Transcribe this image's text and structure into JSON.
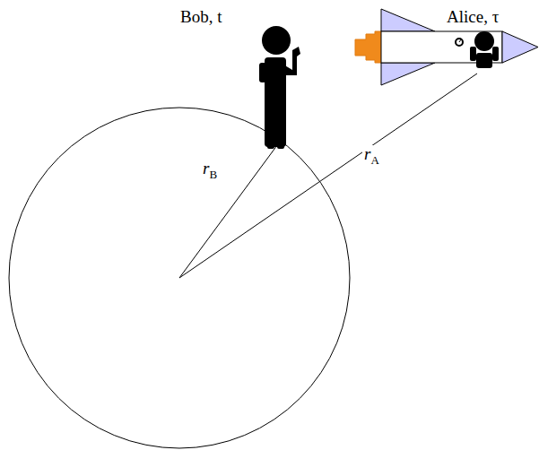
{
  "diagram": {
    "labels": [
      "Bob, t",
      "Alice, τ",
      "rB",
      "rA"
    ]
  }
}
